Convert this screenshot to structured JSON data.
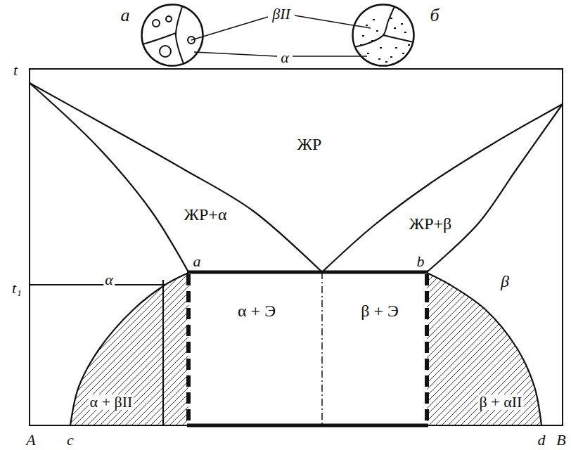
{
  "diagram": {
    "nodes": [
      {
        "text": [
          "а"
        ]
      },
      {
        "text": [
          "б"
        ]
      }
    ],
    "labels": [
      "βII",
      "α",
      "t",
      "ЖР",
      "ЖР+α",
      "ЖР+β",
      "t₁",
      "α",
      "a",
      "b",
      "α + Э",
      "β + Э",
      "β",
      "α + βII",
      "β + αII",
      "A",
      "c",
      "d",
      "B"
    ]
  }
}
